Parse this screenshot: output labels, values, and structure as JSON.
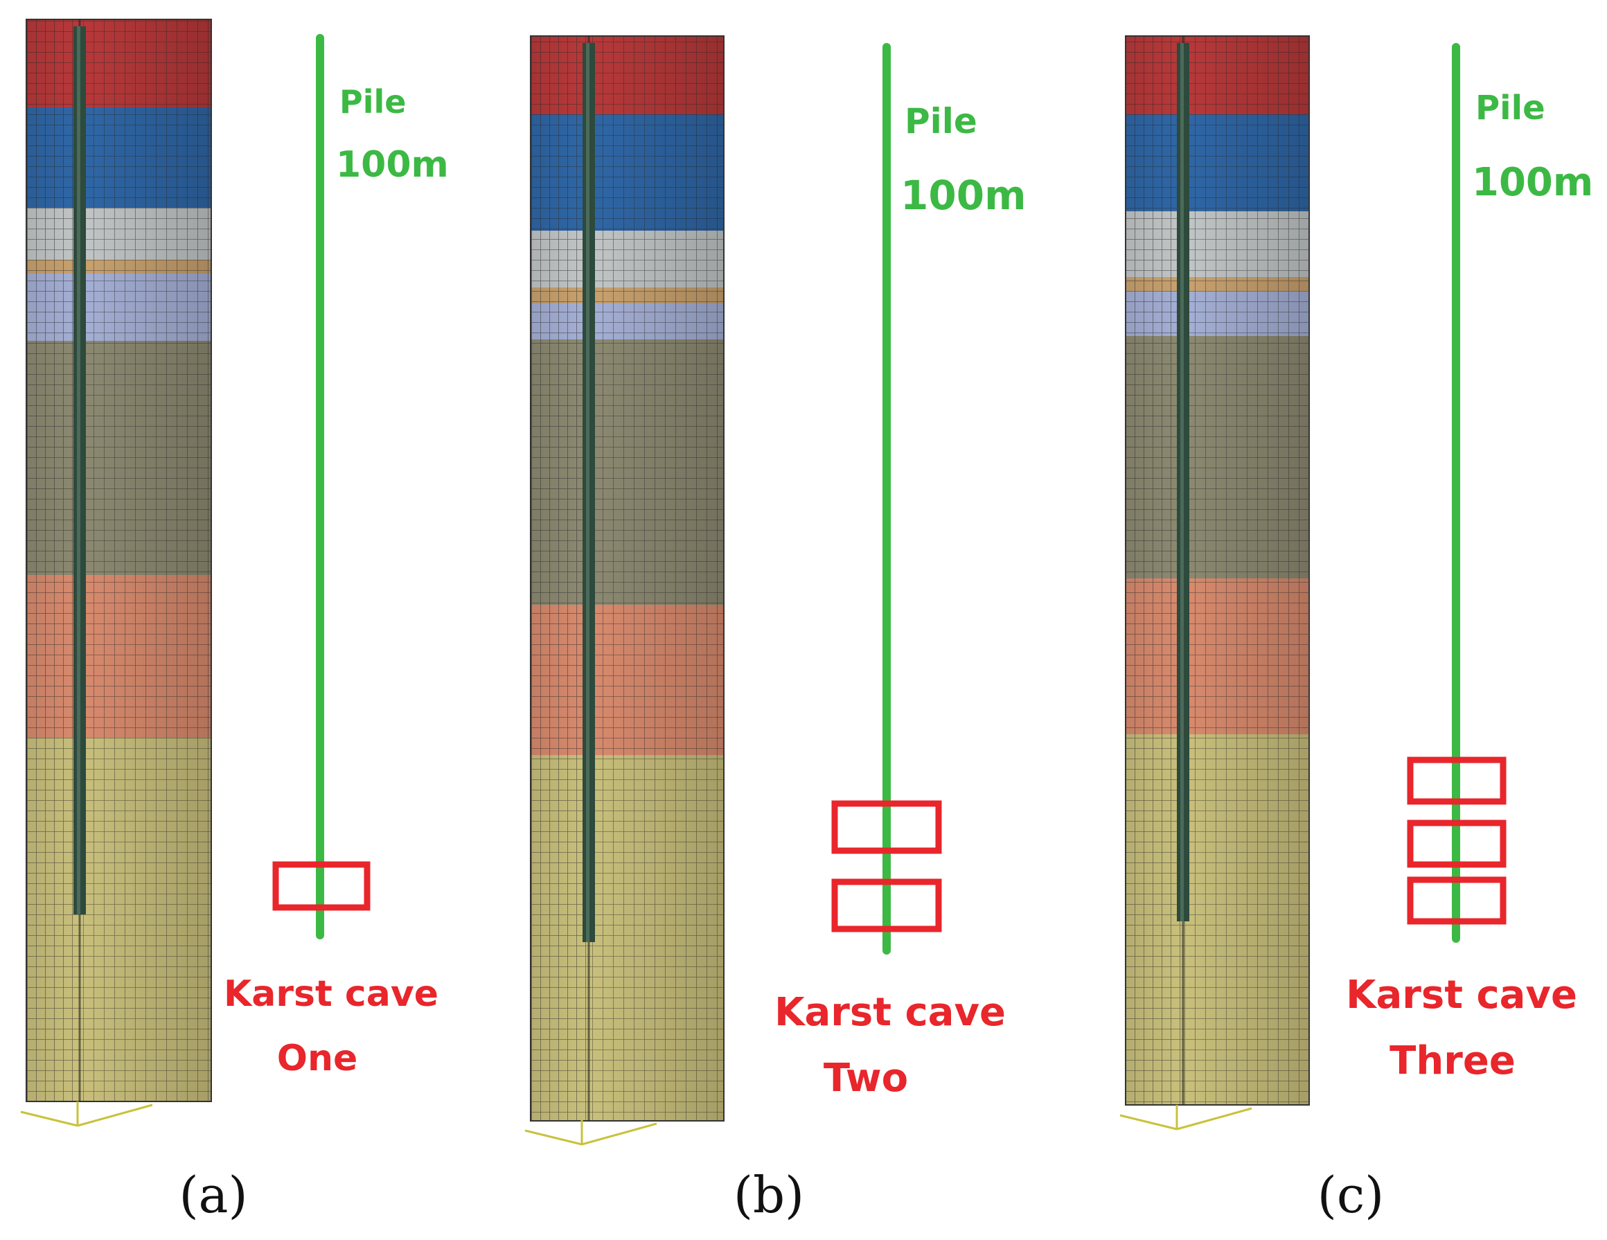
{
  "colors": {
    "pile_line": "#3cb944",
    "cave_box": "#e8262b",
    "pile_core": "#2d4a3c",
    "axis": "#c8c23a",
    "mesh_line": "#2b2b2b"
  },
  "layers": [
    {
      "name": "red",
      "color": "#b8393a"
    },
    {
      "name": "blue",
      "color": "#2f67a7"
    },
    {
      "name": "light-gray",
      "color": "#c2c6c6"
    },
    {
      "name": "tan",
      "color": "#c9a26f"
    },
    {
      "name": "lavender",
      "color": "#a5b0d6"
    },
    {
      "name": "olive-gray",
      "color": "#8d8a72"
    },
    {
      "name": "salmon",
      "color": "#d98b6e"
    },
    {
      "name": "khaki",
      "color": "#c9c07c"
    }
  ],
  "panels": [
    {
      "id": "a",
      "label": "(a)",
      "pile_label": "Pile",
      "length_label": "100m",
      "cave_label_line1": "Karst cave",
      "cave_label_line2": "One",
      "cave_count": 1
    },
    {
      "id": "b",
      "label": "(b)",
      "pile_label": "Pile",
      "length_label": "100m",
      "cave_label_line1": "Karst cave",
      "cave_label_line2": "Two",
      "cave_count": 2
    },
    {
      "id": "c",
      "label": "(c)",
      "pile_label": "Pile",
      "length_label": "100m",
      "cave_label_line1": "Karst cave",
      "cave_label_line2": "Three",
      "cave_count": 3
    }
  ]
}
